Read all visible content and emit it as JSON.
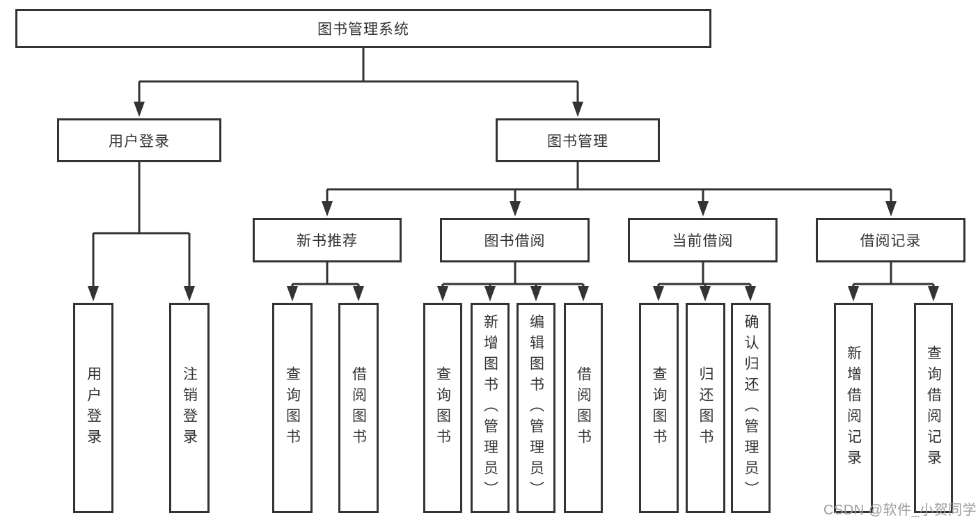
{
  "diagram_title": "图书管理系统",
  "nodes": {
    "root": "图书管理系统",
    "user_login": "用户登录",
    "book_mgmt": "图书管理",
    "new_book_rec": "新书推荐",
    "book_borrow": "图书借阅",
    "current_borrow": "当前借阅",
    "borrow_records": "借阅记录",
    "ul_login": "用户登录",
    "ul_logout": "注销登录",
    "nb_query": "查询图书",
    "nb_borrow": "借阅图书",
    "bb_query": "查询图书",
    "bb_add": "新增图书（管理员）",
    "bb_edit": "编辑图书（管理员）",
    "bb_borrow": "借阅图书",
    "cb_query": "查询图书",
    "cb_return": "归还图书",
    "cb_confirm": "确认归还（管理员）",
    "br_add": "新增借阅记录",
    "br_query": "查询借阅记录"
  },
  "hierarchy": {
    "图书管理系统": {
      "用户登录": [
        "用户登录",
        "注销登录"
      ],
      "图书管理": {
        "新书推荐": [
          "查询图书",
          "借阅图书"
        ],
        "图书借阅": [
          "查询图书",
          "新增图书（管理员）",
          "编辑图书（管理员）",
          "借阅图书"
        ],
        "当前借阅": [
          "查询图书",
          "归还图书",
          "确认归还（管理员）"
        ],
        "借阅记录": [
          "新增借阅记录",
          "查询借阅记录"
        ]
      }
    }
  },
  "watermark": "CSDN @软件_小贺同学",
  "colors": {
    "line": "#333333",
    "text": "#333333",
    "box_background": "#ffffff",
    "watermark": "#9c9c9c",
    "background": "#ffffff"
  }
}
